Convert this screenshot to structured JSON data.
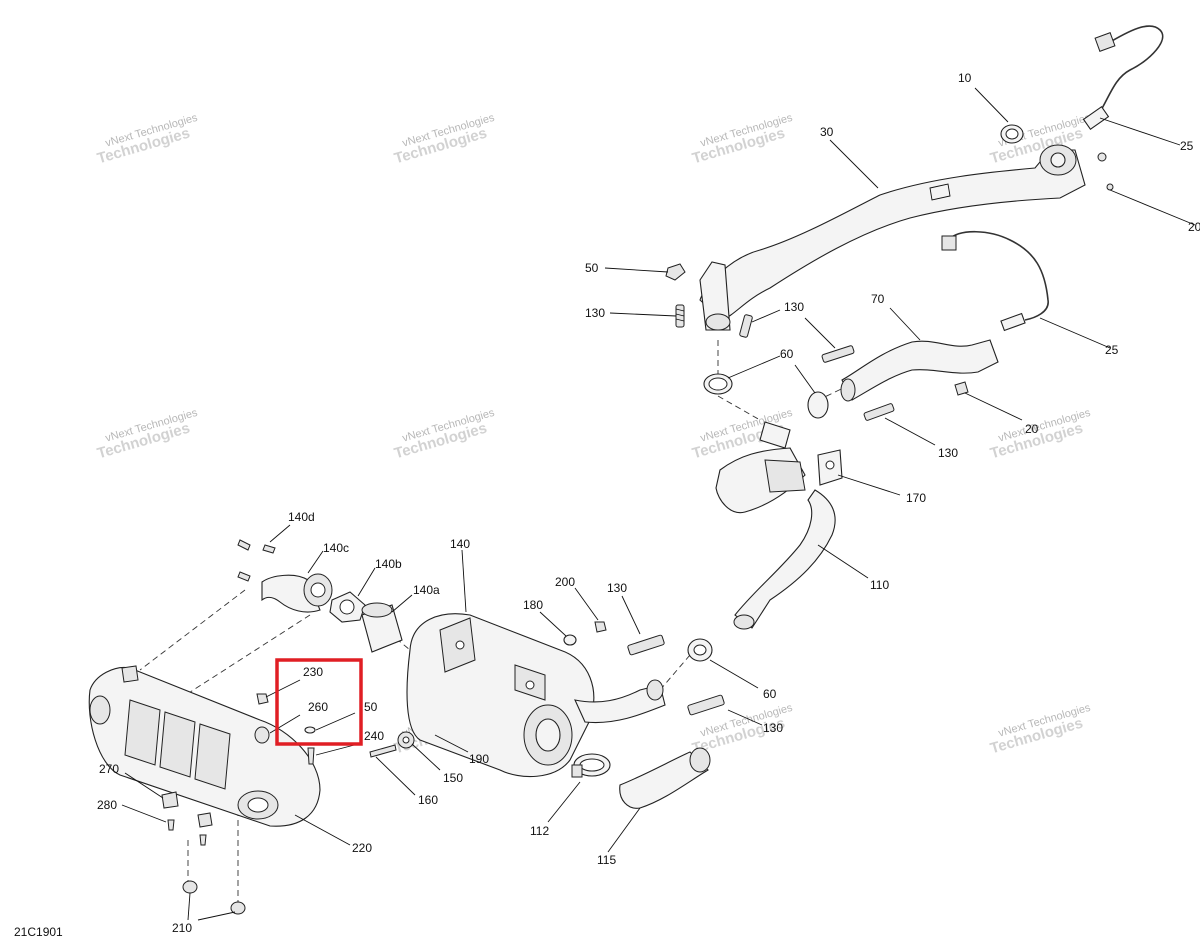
{
  "diagram_id": "21C1901",
  "watermark": {
    "line1": "vNext Technologies",
    "line2": "Technologies"
  },
  "callouts": {
    "c10": "10",
    "c25a": "25",
    "c20a": "20",
    "c30": "30",
    "c50a": "50",
    "c130a": "130",
    "c130b": "130",
    "c70": "70",
    "c25b": "25",
    "c60a": "60",
    "c20b": "20",
    "c130c": "130",
    "c170": "170",
    "c140d": "140d",
    "c140c": "140c",
    "c140": "140",
    "c140b": "140b",
    "c140a": "140a",
    "c200": "200",
    "c180": "180",
    "c130d": "130",
    "c110": "110",
    "c60b": "60",
    "c230": "230",
    "c260": "260",
    "c50b": "50",
    "c240": "240",
    "c130e": "130",
    "c150": "150",
    "c190": "190",
    "c270": "270",
    "c160": "160",
    "c280": "280",
    "c112": "112",
    "c220": "220",
    "c115": "115",
    "c210": "210"
  },
  "highlight": {
    "color": "#e01e24",
    "items": [
      "230",
      "260"
    ]
  },
  "colors": {
    "line": "#222222",
    "watermark": "#c0c0c0"
  }
}
